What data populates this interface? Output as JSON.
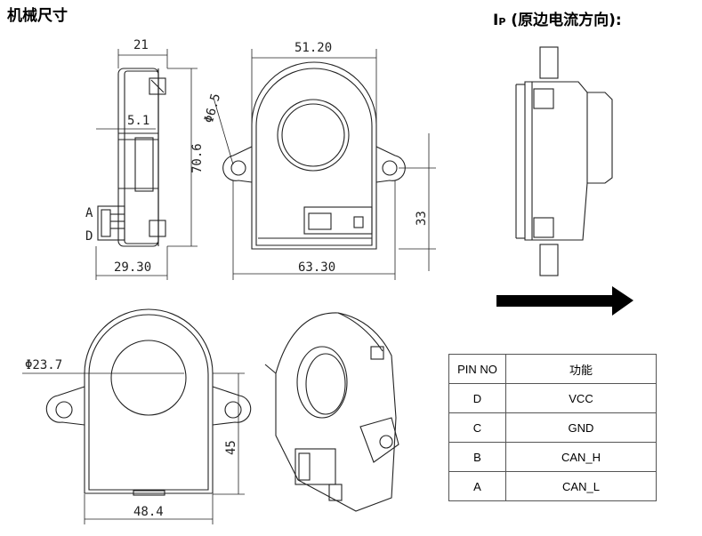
{
  "title": "机械尺寸",
  "ip_title": {
    "main": "I",
    "sub": "P",
    "rest": " (原边电流方向):"
  },
  "dimensions": {
    "side_width": "21",
    "front_width": "51.20",
    "hole_dia": "Φ6.5",
    "side_height": "70.6",
    "inner_offset": "5.1",
    "side_depth": "29.30",
    "total_width": "63.30",
    "mount_height": "33",
    "center_dia": "Φ23.7",
    "body_height": "45",
    "body_width": "48.4"
  },
  "connector_labels": {
    "a": "A",
    "d": "D"
  },
  "pin_table": {
    "headers": [
      "PIN NO",
      "功能"
    ],
    "rows": [
      {
        "pin": "D",
        "func": "VCC"
      },
      {
        "pin": "C",
        "func": "GND"
      },
      {
        "pin": "B",
        "func": "CAN_H"
      },
      {
        "pin": "A",
        "func": "CAN_L"
      }
    ]
  },
  "colors": {
    "line": "#222222",
    "arrow": "#000000"
  }
}
